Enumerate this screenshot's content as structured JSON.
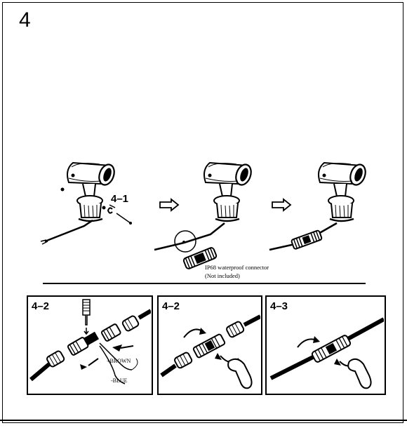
{
  "step": {
    "number": "4"
  },
  "overview": {
    "label_4_1": "4–1",
    "connector_note_line1": "IP68 waterproof connector",
    "connector_note_line2": "(Not included)"
  },
  "panels": [
    {
      "label": "4–2",
      "wire_brown": "+BROWN",
      "wire_blue": "-BLUE"
    },
    {
      "label": "4–2"
    },
    {
      "label": "4–3"
    }
  ]
}
